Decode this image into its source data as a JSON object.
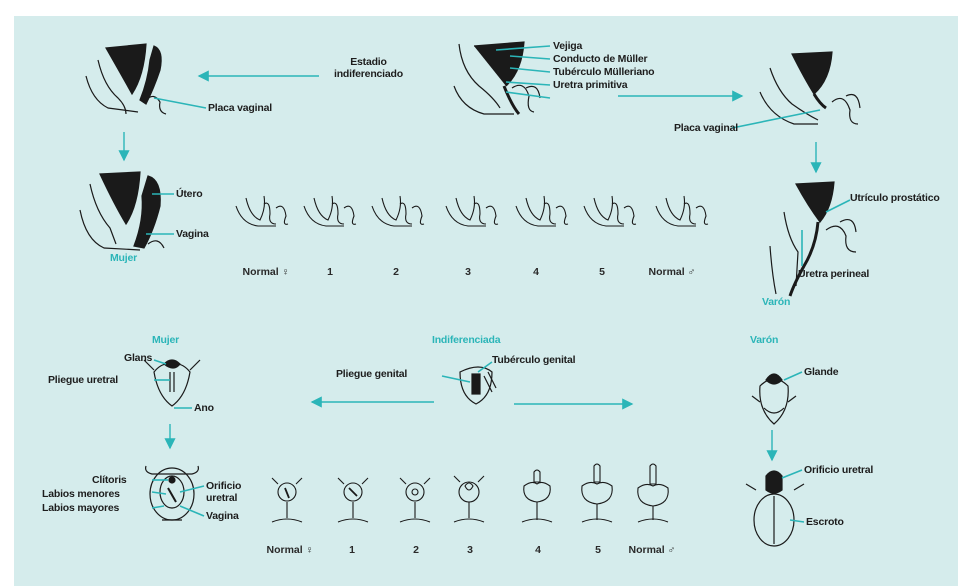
{
  "colors": {
    "background": "#d5ecec",
    "accent": "#2bb5b8",
    "ink": "#1a1a1a"
  },
  "top": {
    "stage_label_line1": "Estadio",
    "stage_label_line2": "indiferenciado",
    "vejiga": "Vejiga",
    "conducto_muller": "Conducto de Müller",
    "tuberculo_mulleriano": "Tubérculo Mülleriano",
    "uretra_primitiva": "Uretra primitiva",
    "placa_vaginal_left": "Placa vaginal",
    "placa_vaginal_right": "Placa vaginal",
    "utero": "Útero",
    "vagina": "Vagina",
    "mujer": "Mujer",
    "utriculo_prostatico": "Utrículo prostático",
    "uretra_perineal": "Uretra perineal",
    "varon": "Varón"
  },
  "top_series": [
    "Normal ♀",
    "1",
    "2",
    "3",
    "4",
    "5",
    "Normal ♂"
  ],
  "bottom": {
    "mujer": "Mujer",
    "indiferenciada": "Indiferenciada",
    "varon": "Varón",
    "glans": "Glans",
    "pliegue_uretral": "Pliegue uretral",
    "ano": "Ano",
    "tuberculo_genital": "Tubérculo genital",
    "pliegue_genital": "Pliegue genital",
    "glande": "Glande",
    "clitoris": "Clítoris",
    "labios_menores": "Labios menores",
    "labios_mayores": "Labios mayores",
    "orificio_uretral_f_line1": "Orificio",
    "orificio_uretral_f_line2": "uretral",
    "vagina": "Vagina",
    "orificio_uretral_m": "Orificio uretral",
    "escroto": "Escroto"
  },
  "bottom_series": [
    "Normal ♀",
    "1",
    "2",
    "3",
    "4",
    "5",
    "Normal ♂"
  ]
}
